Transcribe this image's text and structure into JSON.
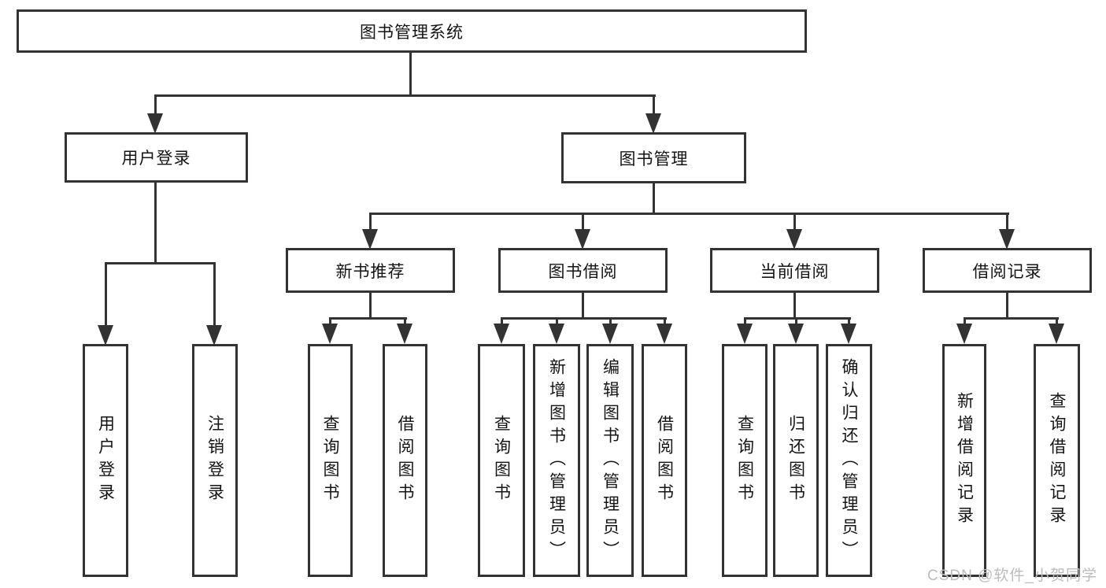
{
  "diagram": {
    "root": {
      "label": "图书管理系统"
    },
    "branches": [
      {
        "label": "用户登录",
        "leaves": [
          "用户登录",
          "注销登录"
        ]
      },
      {
        "label": "图书管理",
        "groups": [
          {
            "label": "新书推荐",
            "leaves": [
              "查询图书",
              "借阅图书"
            ]
          },
          {
            "label": "图书借阅",
            "leaves": [
              "查询图书",
              "新增图书（管理员）",
              "编辑图书（管理员）",
              "借阅图书"
            ]
          },
          {
            "label": "当前借阅",
            "leaves": [
              "查询图书",
              "归还图书",
              "确认归还（管理员）"
            ]
          },
          {
            "label": "借阅记录",
            "leaves": [
              "新增借阅记录",
              "查询借阅记录"
            ]
          }
        ]
      }
    ]
  },
  "watermark": {
    "text": "CSDN @软件_小贺同学"
  },
  "colors": {
    "line": "#333333",
    "box_border": "#333333",
    "text": "#141414",
    "background": "#ffffff",
    "watermark": "#bcbcbc"
  }
}
